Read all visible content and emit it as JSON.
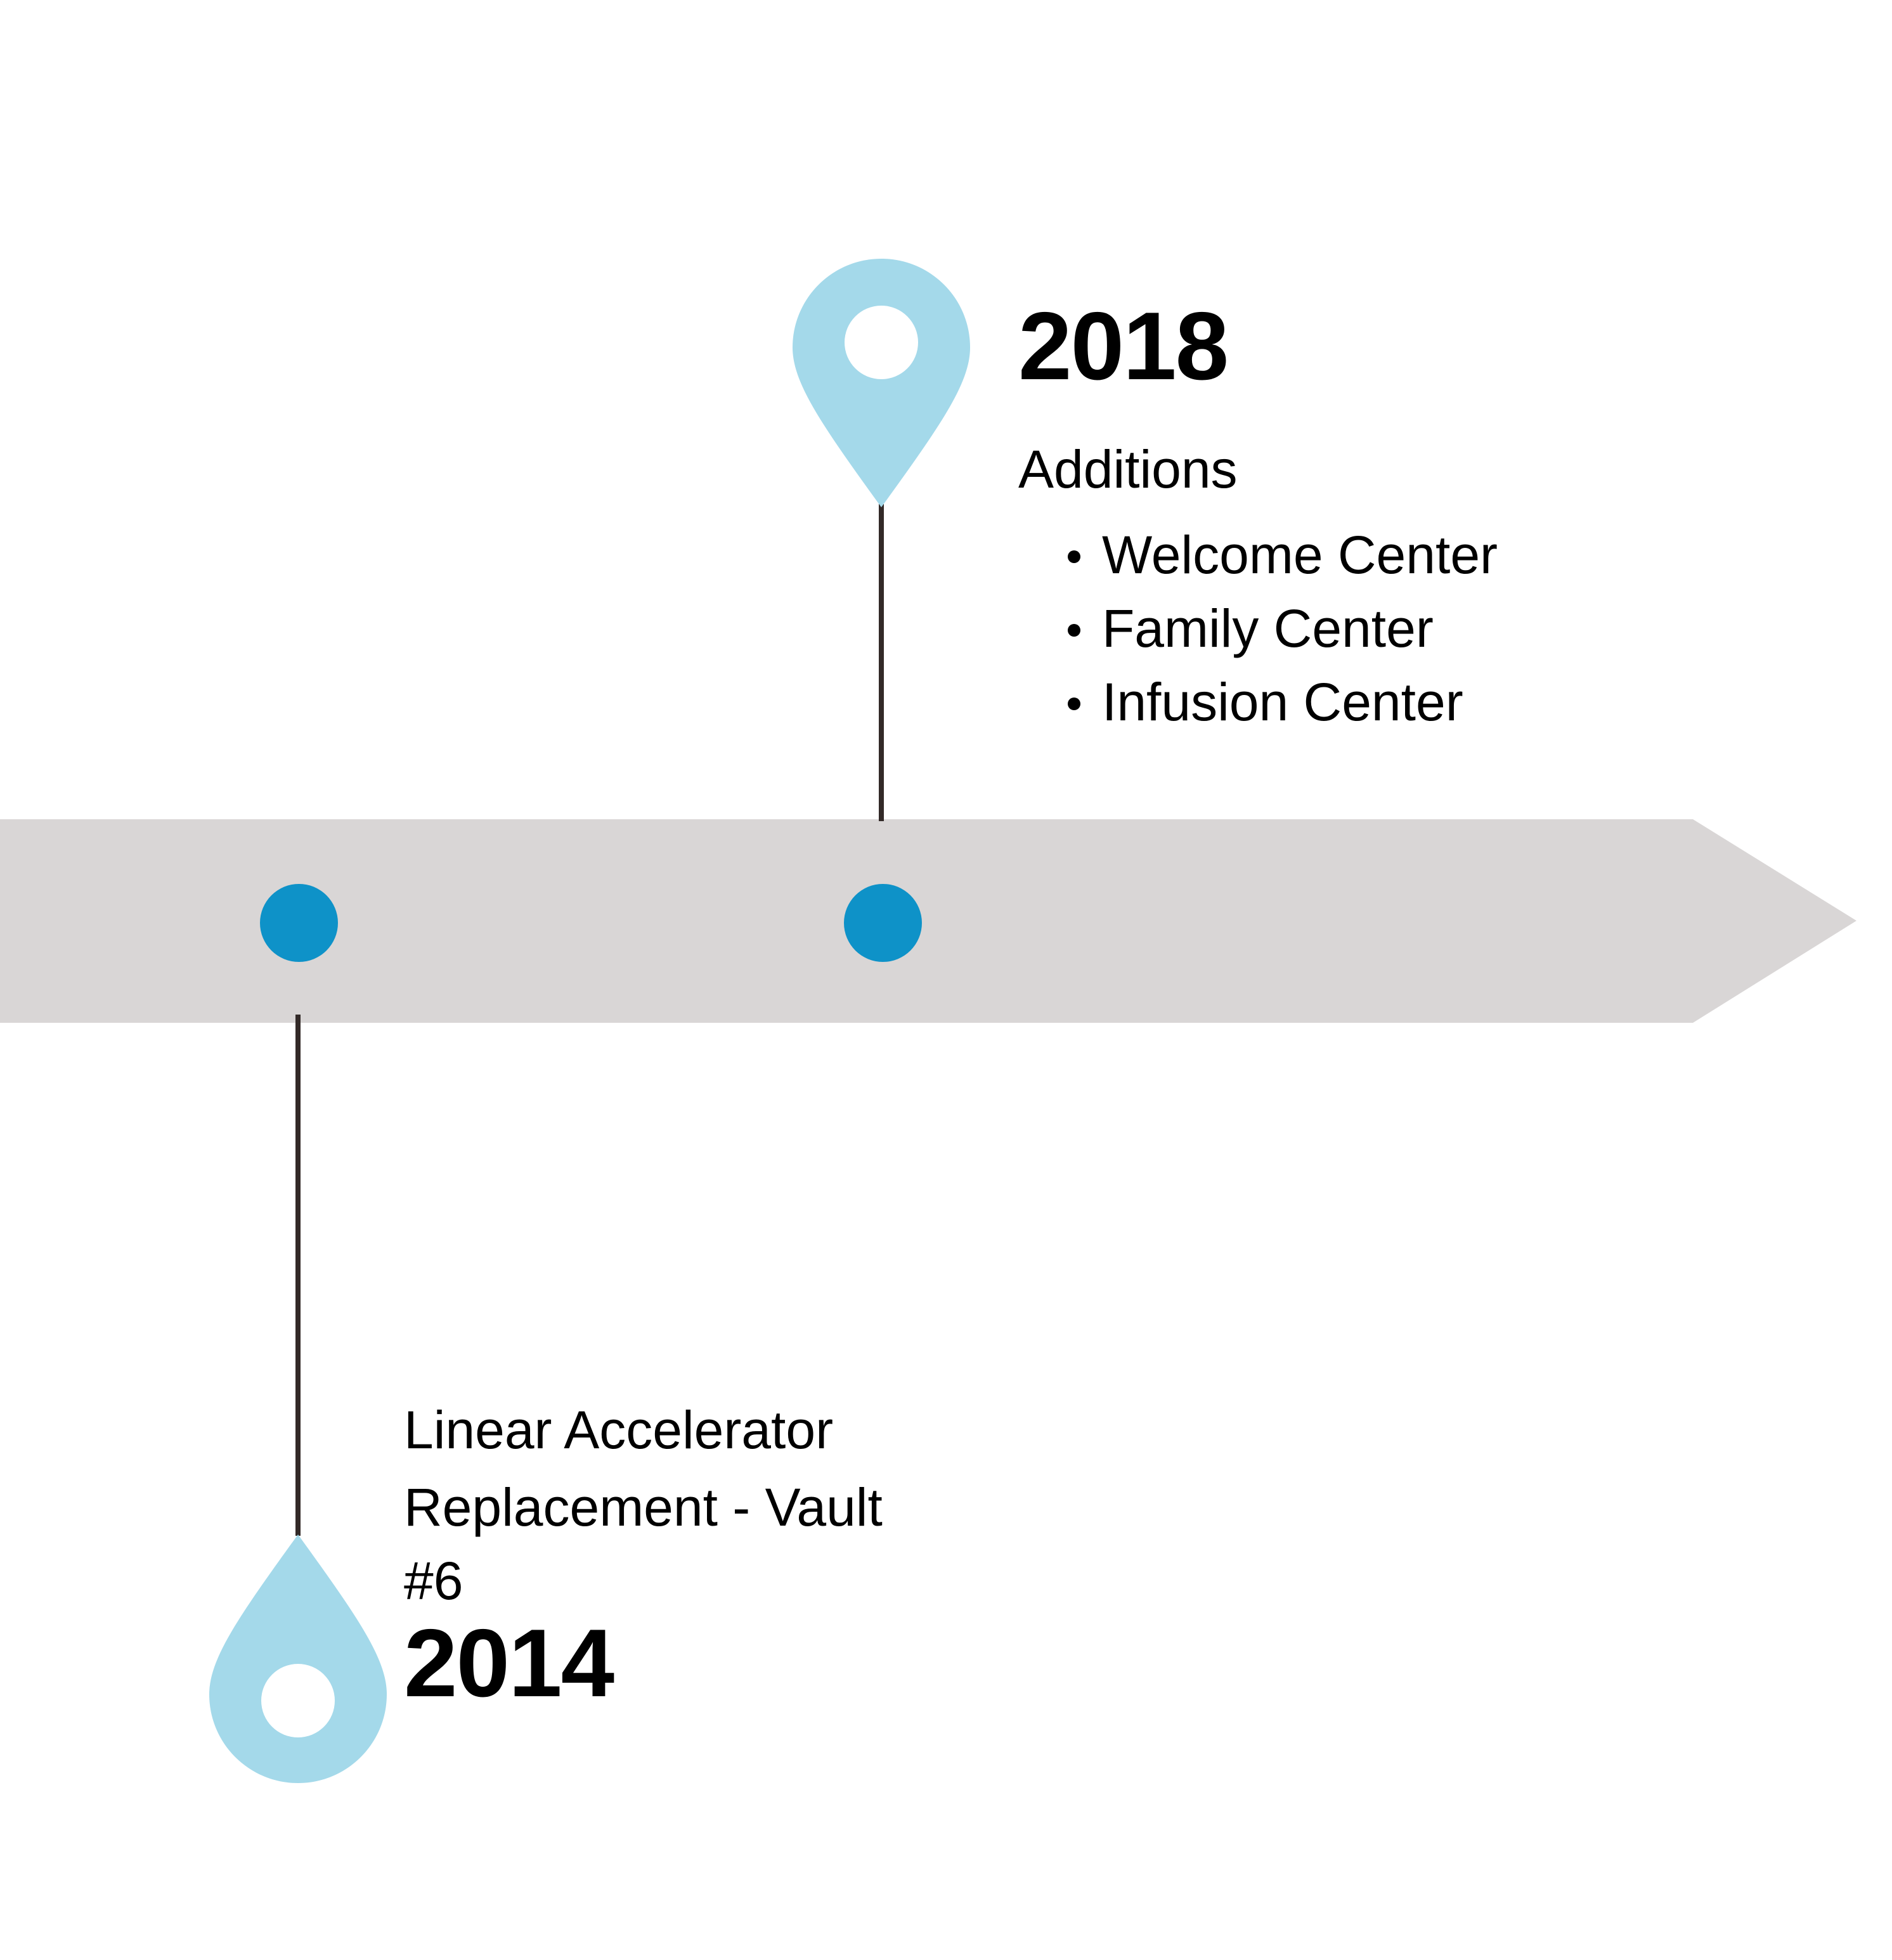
{
  "colors": {
    "bar_gray": "#D9D6D6",
    "dot_blue": "#0E92C8",
    "pin_light_blue": "#A4D9EA",
    "connector_dark": "#332A28",
    "text_black": "#000000",
    "background": "#FFFFFF"
  },
  "timeline": {
    "bar_name": "timeline-arrow-bar",
    "direction": "right"
  },
  "milestones": [
    {
      "id": "milestone-2018",
      "year": "2018",
      "position": "above",
      "pin_icon": "map-pin-icon",
      "heading": "Additions",
      "items": [
        "Welcome Center",
        "Family Center",
        "Infusion Center"
      ]
    },
    {
      "id": "milestone-2014",
      "year": "2014",
      "position": "below",
      "pin_icon": "map-pin-inverted-icon",
      "description_line_1": "Linear Accelerator",
      "description_line_2": "Replacement - Vault",
      "description_line_3": "#6"
    }
  ]
}
